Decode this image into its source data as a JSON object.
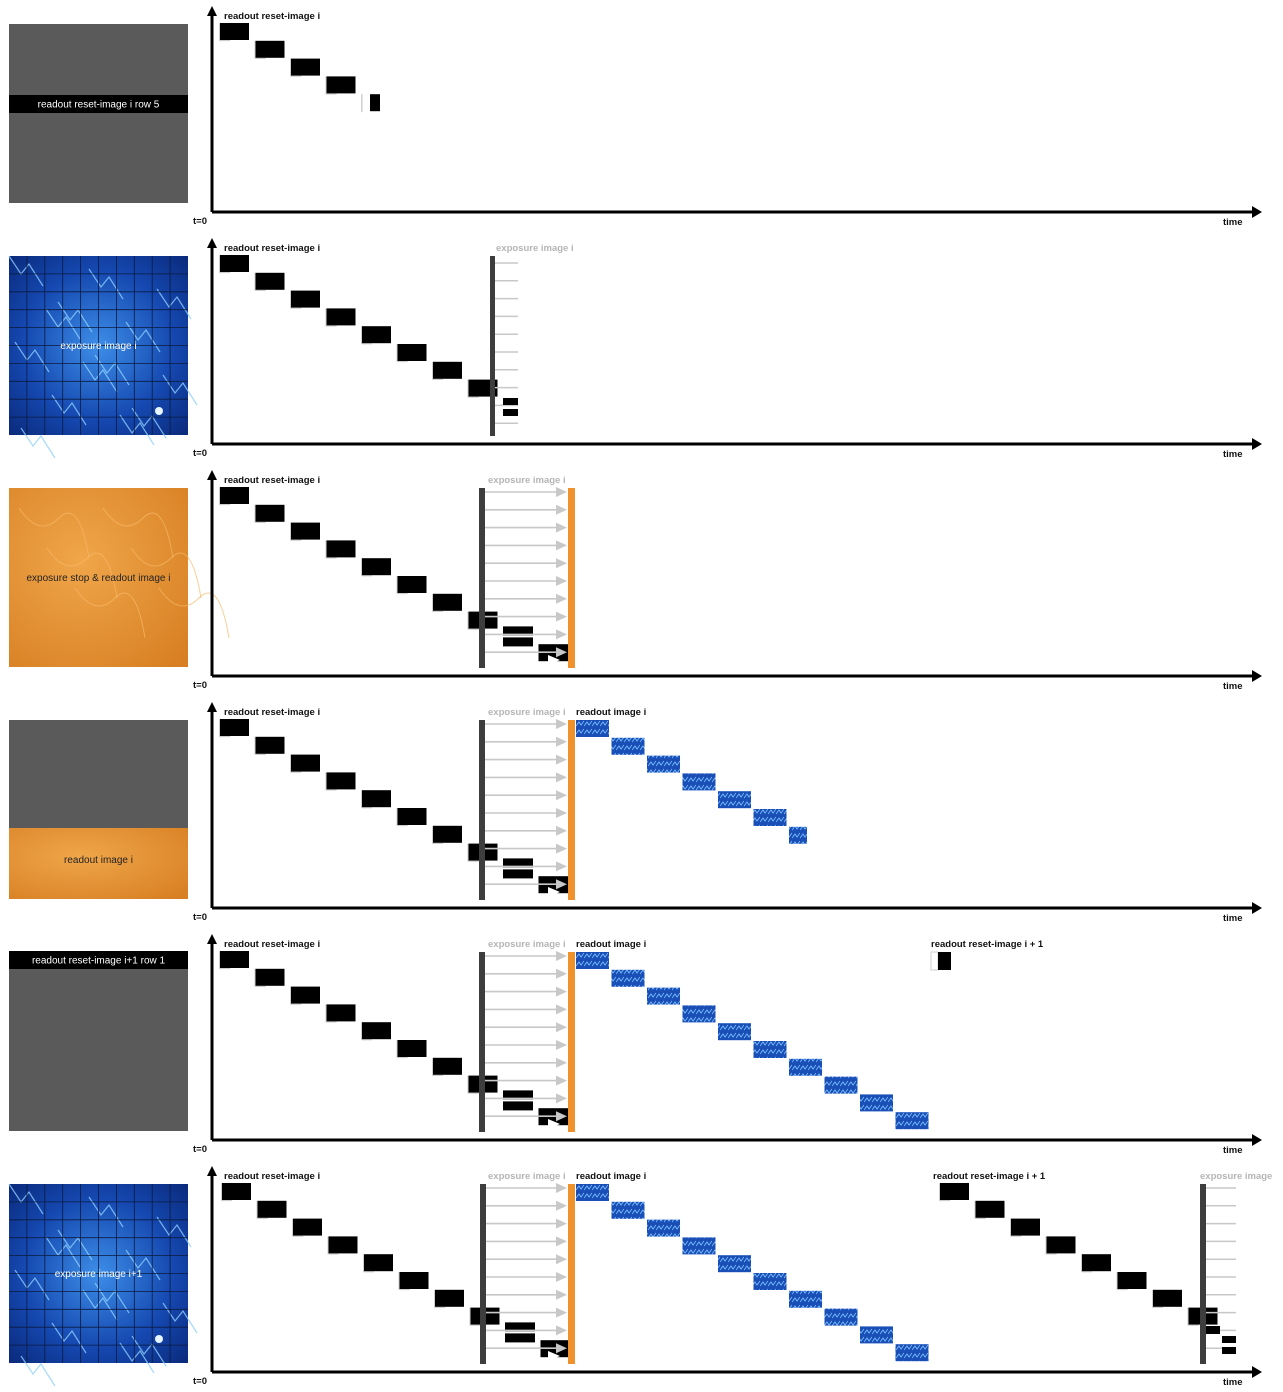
{
  "colors": {
    "sensor_grey": "#5a5a5a",
    "orange": "#e08a2c",
    "blue": "#1a4fb8",
    "black": "#000000",
    "arrow_grey": "#c8c8c8",
    "shutter_bar": "#3d3d3d",
    "stop_bar": "#f0922b"
  },
  "panels": [
    {
      "sensor": {
        "label": "readout reset-image i row 5",
        "style": "grey-with-black-band"
      },
      "labels": {
        "reset_i": "readout reset-image i"
      },
      "t0": "t=0",
      "time": "time"
    },
    {
      "sensor": {
        "label": "exposure image i",
        "style": "blue-grid"
      },
      "labels": {
        "reset_i": "readout reset-image i",
        "exposure_i": "exposure image i"
      },
      "t0": "t=0",
      "time": "time"
    },
    {
      "sensor": {
        "label": "exposure stop & readout image i",
        "style": "orange"
      },
      "labels": {
        "reset_i": "readout reset-image i",
        "exposure_i": "exposure image i"
      },
      "t0": "t=0",
      "time": "time"
    },
    {
      "sensor": {
        "label": "readout image i",
        "style": "grey-top-orange-bottom"
      },
      "labels": {
        "reset_i": "readout reset-image i",
        "exposure_i": "exposure image i",
        "readout_i": "readout image i"
      },
      "t0": "t=0",
      "time": "time"
    },
    {
      "sensor": {
        "label": "readout reset-image i+1 row 1",
        "style": "grey-with-top-band"
      },
      "labels": {
        "reset_i": "readout reset-image i",
        "exposure_i": "exposure image i",
        "readout_i": "readout image i",
        "reset_i1": "readout reset-image  i + 1"
      },
      "t0": "t=0",
      "time": "time"
    },
    {
      "sensor": {
        "label": "exposure image i+1",
        "style": "blue-grid"
      },
      "labels": {
        "reset_i": "readout reset-image i",
        "exposure_i": "exposure image i",
        "readout_i": "readout image i",
        "reset_i1": "readout reset-image i + 1",
        "exposure_i1": "exposure image"
      },
      "t0": "t=0",
      "time": "time"
    }
  ]
}
